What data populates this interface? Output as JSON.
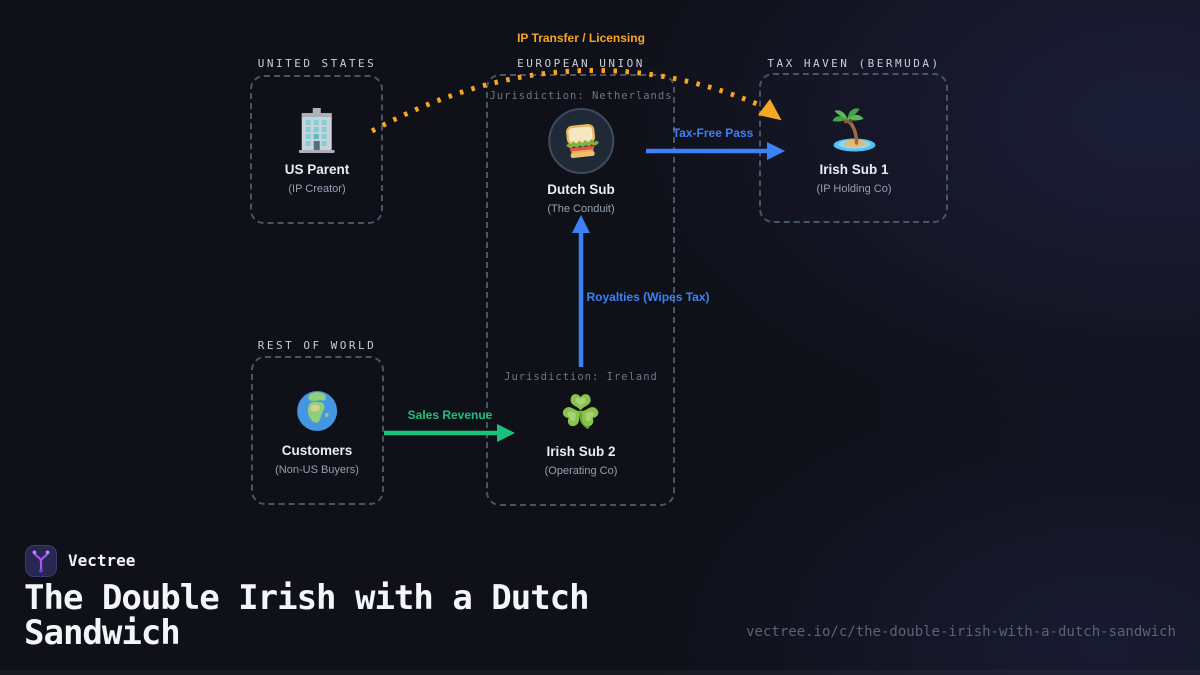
{
  "page": {
    "brand": "Vectree",
    "title": "The Double Irish with a Dutch Sandwich",
    "url": "vectree.io/c/the-double-irish-with-a-dutch-sandwich"
  },
  "colors": {
    "background_left": "#101018",
    "background_right": "#1b1d38",
    "region_border": "#475569",
    "flow_orange": "#f5a623",
    "flow_blue": "#3b82f6",
    "flow_green": "#19c37d",
    "logo_purple": "#a855f7"
  },
  "diagram": {
    "regions": [
      {
        "id": "united-states",
        "label": "UNITED STATES"
      },
      {
        "id": "european-union",
        "label": "EUROPEAN UNION"
      },
      {
        "id": "tax-haven-bermuda",
        "label": "TAX HAVEN (BERMUDA)"
      },
      {
        "id": "rest-of-world",
        "label": "REST OF WORLD"
      }
    ],
    "jurisdictions": [
      {
        "id": "netherlands",
        "label": "Jurisdiction: Netherlands"
      },
      {
        "id": "ireland",
        "label": "Jurisdiction: Ireland"
      }
    ],
    "nodes": [
      {
        "id": "us-parent",
        "icon": "office-building-icon",
        "title": "US Parent",
        "subtitle": "(IP Creator)"
      },
      {
        "id": "dutch-sub",
        "icon": "sandwich-icon",
        "title": "Dutch Sub",
        "subtitle": "(The Conduit)"
      },
      {
        "id": "irish-sub-1",
        "icon": "desert-island-icon",
        "title": "Irish Sub 1",
        "subtitle": "(IP Holding Co)"
      },
      {
        "id": "irish-sub-2",
        "icon": "shamrock-icon",
        "title": "Irish Sub 2",
        "subtitle": "(Operating Co)"
      },
      {
        "id": "customers",
        "icon": "globe-icon",
        "title": "Customers",
        "subtitle": "(Non-US Buyers)"
      }
    ],
    "flows": [
      {
        "id": "ip-transfer",
        "label": "IP Transfer / Licensing",
        "from": "US Parent",
        "to": "Irish Sub 1",
        "style": "dotted",
        "color": "#f5a623"
      },
      {
        "id": "tax-free-pass",
        "label": "Tax-Free Pass",
        "from": "Dutch Sub",
        "to": "Irish Sub 1",
        "style": "solid",
        "color": "#3b82f6"
      },
      {
        "id": "royalties",
        "label": "Royalties (Wipes Tax)",
        "from": "Irish Sub 2",
        "to": "Dutch Sub",
        "style": "solid",
        "color": "#3b82f6"
      },
      {
        "id": "sales-revenue",
        "label": "Sales Revenue",
        "from": "Customers",
        "to": "Irish Sub 2",
        "style": "solid",
        "color": "#19c37d"
      }
    ]
  }
}
